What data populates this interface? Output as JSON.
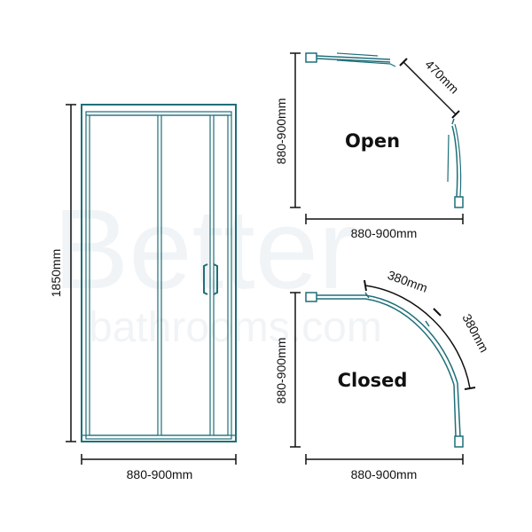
{
  "front_view": {
    "height_label": "1850mm",
    "width_label": "880-900mm"
  },
  "open_view": {
    "state_label": "Open",
    "side_label": "880-900mm",
    "bottom_label": "880-900mm",
    "opening_label": "470mm"
  },
  "closed_view": {
    "state_label": "Closed",
    "side_label": "880-900mm",
    "bottom_label": "880-900mm",
    "arc_label_1": "380mm",
    "arc_label_2": "380mm"
  },
  "watermark": {
    "line1": "Better",
    "line2": "bathrooms.com"
  },
  "colors": {
    "frame": "#1f6f79",
    "dimension": "#111111",
    "watermark": "#f1f4f6"
  }
}
